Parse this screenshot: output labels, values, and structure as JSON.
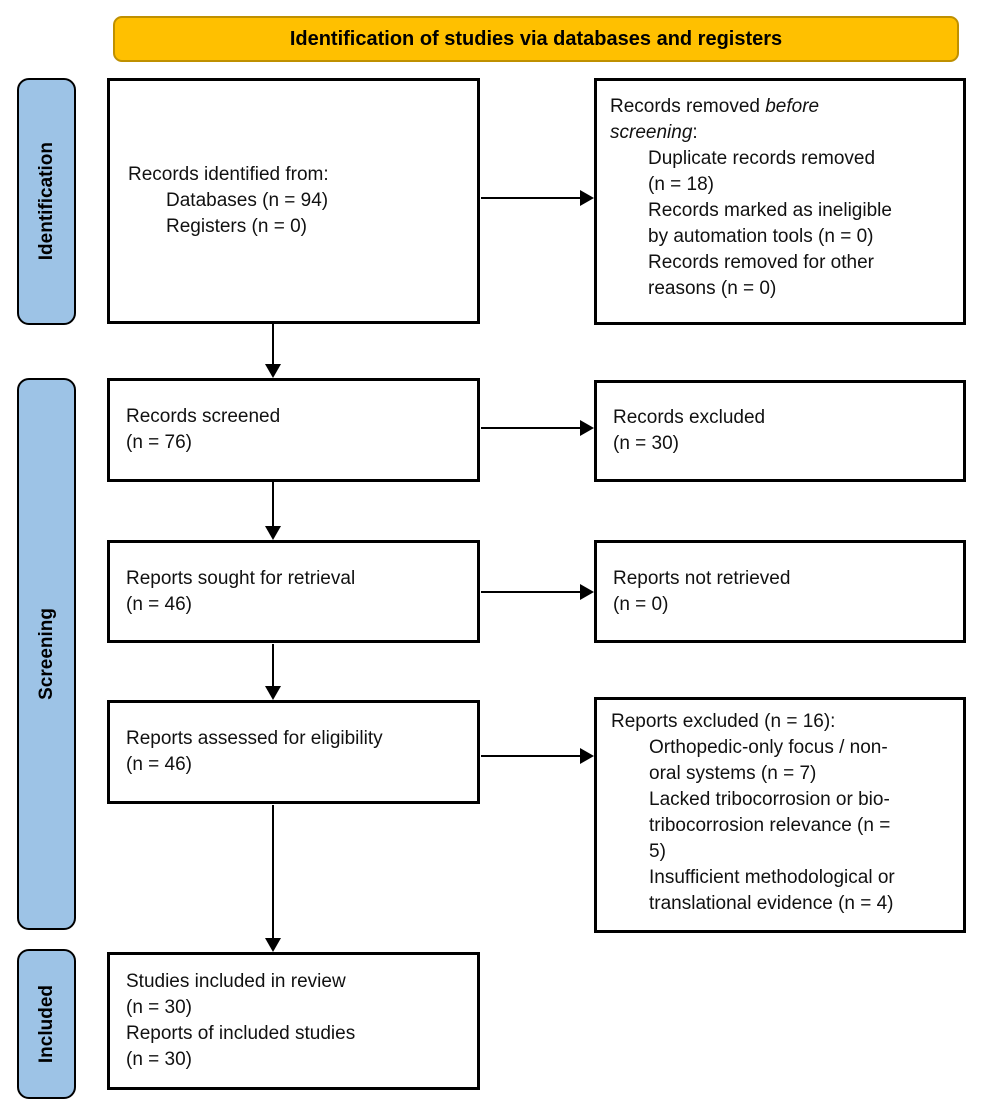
{
  "banner": {
    "label": "Identification of studies via databases and registers",
    "bg_color": "#FFC000",
    "border_color": "#BF9000"
  },
  "sidebar": {
    "bg_color": "#9DC3E6",
    "stages": [
      {
        "label": "Identification"
      },
      {
        "label": "Screening"
      },
      {
        "label": "Included"
      }
    ]
  },
  "flow": {
    "records_identified": {
      "heading": "Records identified from:",
      "item_lines": [
        "Databases (n = 94)",
        "Registers (n = 0)"
      ]
    },
    "records_removed": {
      "line1_normal": "Records removed ",
      "line1_italic": "before",
      "line2_italic": "screening",
      "line2_suffix": ":",
      "item_lines": [
        "Duplicate records removed",
        "(n = 18)",
        "Records marked as ineligible",
        "by automation tools (n = 0)",
        "Records removed for other",
        "reasons (n = 0)"
      ]
    },
    "records_screened": {
      "lines": [
        "Records screened",
        "(n = 76)"
      ]
    },
    "records_excluded": {
      "lines": [
        "Records excluded",
        "(n = 30)"
      ]
    },
    "reports_sought": {
      "lines": [
        "Reports sought for retrieval",
        "(n = 46)"
      ]
    },
    "reports_not_retrieved": {
      "lines": [
        "Reports not retrieved",
        "(n = 0)"
      ]
    },
    "reports_assessed": {
      "lines": [
        "Reports assessed for eligibility",
        "(n = 46)"
      ]
    },
    "reports_excluded": {
      "heading": "Reports excluded (n = 16):",
      "item_lines": [
        "Orthopedic-only focus / non-",
        "oral systems (n = 7)",
        "Lacked tribocorrosion or bio-",
        "tribocorrosion relevance (n =",
        "5)",
        "Insufficient methodological or",
        "translational evidence (n = 4)"
      ]
    },
    "studies_included": {
      "lines": [
        "Studies included in review",
        "(n = 30)",
        "Reports of included studies",
        "(n = 30)"
      ]
    }
  }
}
